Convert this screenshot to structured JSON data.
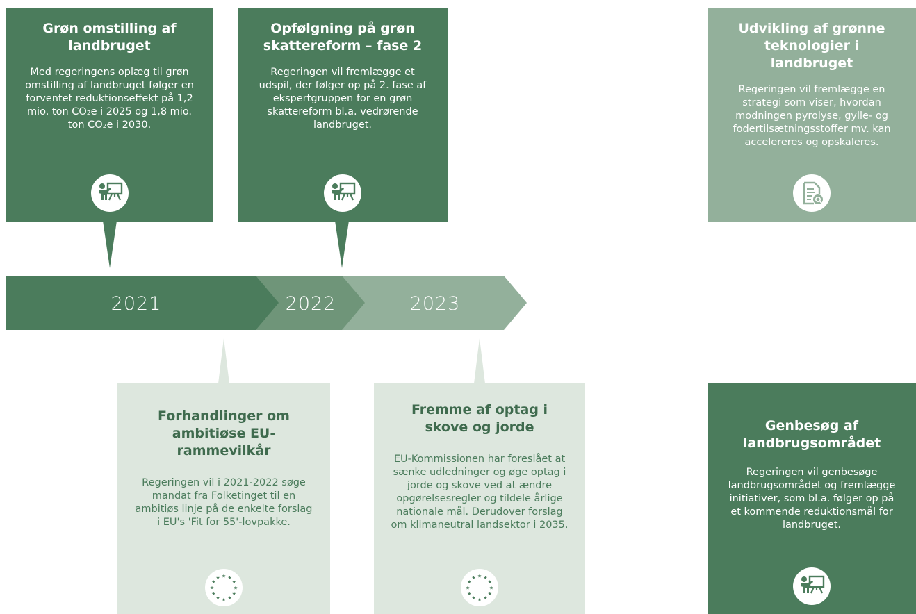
{
  "timeline": {
    "years": [
      "2021",
      "2022",
      "2023"
    ]
  },
  "cards": [
    {
      "title": "Grøn omstilling af landbruget",
      "body": "Med regeringens oplæg til grøn omstilling af landbruget følger en forventet reduktionseffekt på 1,2 mio. ton CO₂e i 2025 og 1,8 mio. ton CO₂e i 2030.",
      "icon": "presentation-icon",
      "color": "#4b7c5c"
    },
    {
      "title": "Opfølgning på grøn skattereform – fase 2",
      "body": "Regeringen vil fremlægge et udspil, der følger op på 2. fase af ekspertgruppen for en grøn skattereform bl.a. vedrørende landbruget.",
      "icon": "presentation-icon",
      "color": "#4b7c5c"
    },
    {
      "title": "Udvikling af grønne teknologier i landbruget",
      "body": "Regeringen vil fremlægge en strategi som viser, hvordan modningen pyrolyse, gylle- og fodertilsætningsstoffer mv. kan accelereres og opskaleres.",
      "icon": "document-search-icon",
      "color": "#93b09b"
    },
    {
      "title": "Forhandlinger om ambitiøse EU-rammevilkår",
      "body": "Regeringen vil i 2021-2022 søge mandat fra Folketinget til en ambitiøs linje på de enkelte forslag i EU's 'Fit for 55'-lovpakke.",
      "icon": "eu-stars-icon",
      "color": "#dde7de"
    },
    {
      "title": "Fremme af optag i skove og jorde",
      "body": "EU-Kommissionen har foreslået at sænke udledninger og øge optag i jorde og skove ved at ændre opgørelsesregler og tildele årlige nationale mål. Derudover forslag om klimaneutral landsektor i 2035.",
      "icon": "eu-stars-icon",
      "color": "#dde7de"
    },
    {
      "title": "Genbesøg af landbrugsområdet",
      "body": "Regeringen vil genbesøge landbrugsområdet og fremlægge initiativer, som bl.a. følger op på et kommende reduktionsmål for landbruget.",
      "icon": "presentation-icon",
      "color": "#4b7c5c"
    }
  ],
  "colors": {
    "dark_green": "#4b7c5c",
    "mid_green": "#6f9579",
    "sage_green": "#93b09b",
    "light_green": "#dde7de"
  }
}
